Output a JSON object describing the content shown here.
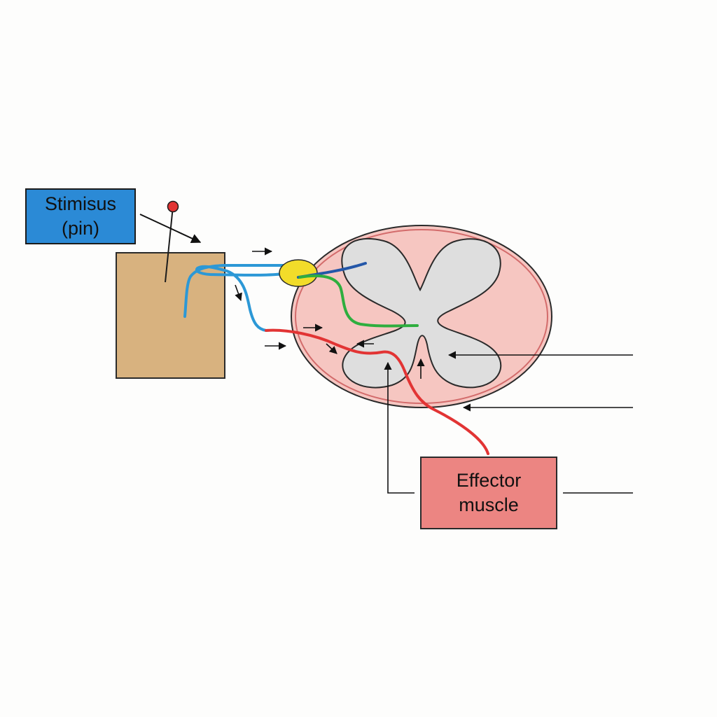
{
  "labels": {
    "stimulus_line1": "Stimisus",
    "stimulus_line2": "(pin)",
    "effector_line1": "Effector",
    "effector_line2": "muscle"
  },
  "colors": {
    "stimulus_box": "#2b8ad6",
    "effector_box": "#ec8582",
    "skin": "#d8b27f",
    "spinal_cord": "#f6c6c1",
    "gray_matter": "#dedede",
    "ganglion": "#f2dc2a",
    "sensory_neuron": "#2c98d6",
    "interneuron": "#2eae3e",
    "motor_neuron": "#e23434",
    "pin_head": "#e23434"
  },
  "icons": {
    "pin": "pin-icon",
    "arrow": "arrow-icon"
  }
}
